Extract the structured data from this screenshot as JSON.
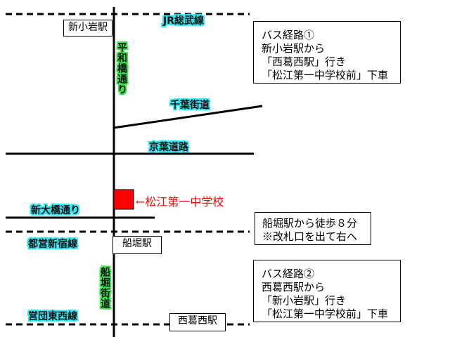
{
  "stations": {
    "shinkoiwa": "新小岩駅",
    "funabori": "船堀駅",
    "nishikasai": "西葛西駅"
  },
  "railways": {
    "jr_sobu": "JR総武線",
    "toei_shinjuku": "都営新宿線",
    "eidan_tozai": "営団東西線"
  },
  "roads": {
    "heiwabashi": "平和橋通り",
    "chiba_kaido": "千葉街道",
    "keiyo_doro": "京葉道路",
    "shin_ohashi": "新大橋通り",
    "funabori_kaido": "船堀街道"
  },
  "school": {
    "label": "←松江第一中学校",
    "marker_color": "#ff0000"
  },
  "info_boxes": {
    "bus1": [
      "バス経路①",
      "新小岩駅から",
      "「西葛西駅」行き",
      "「松江第一中学校前」下車"
    ],
    "walk": [
      "船堀駅から徒歩８分",
      "※改札口を出て右へ"
    ],
    "bus2": [
      "バス経路②",
      "西葛西駅から",
      "「新小岩駅」行き",
      "「松江第一中学校前」下車"
    ]
  },
  "colors": {
    "rail_label_highlight": "#35e6f0",
    "road_label_highlight": "#39e34b",
    "school": "#ff0000"
  }
}
